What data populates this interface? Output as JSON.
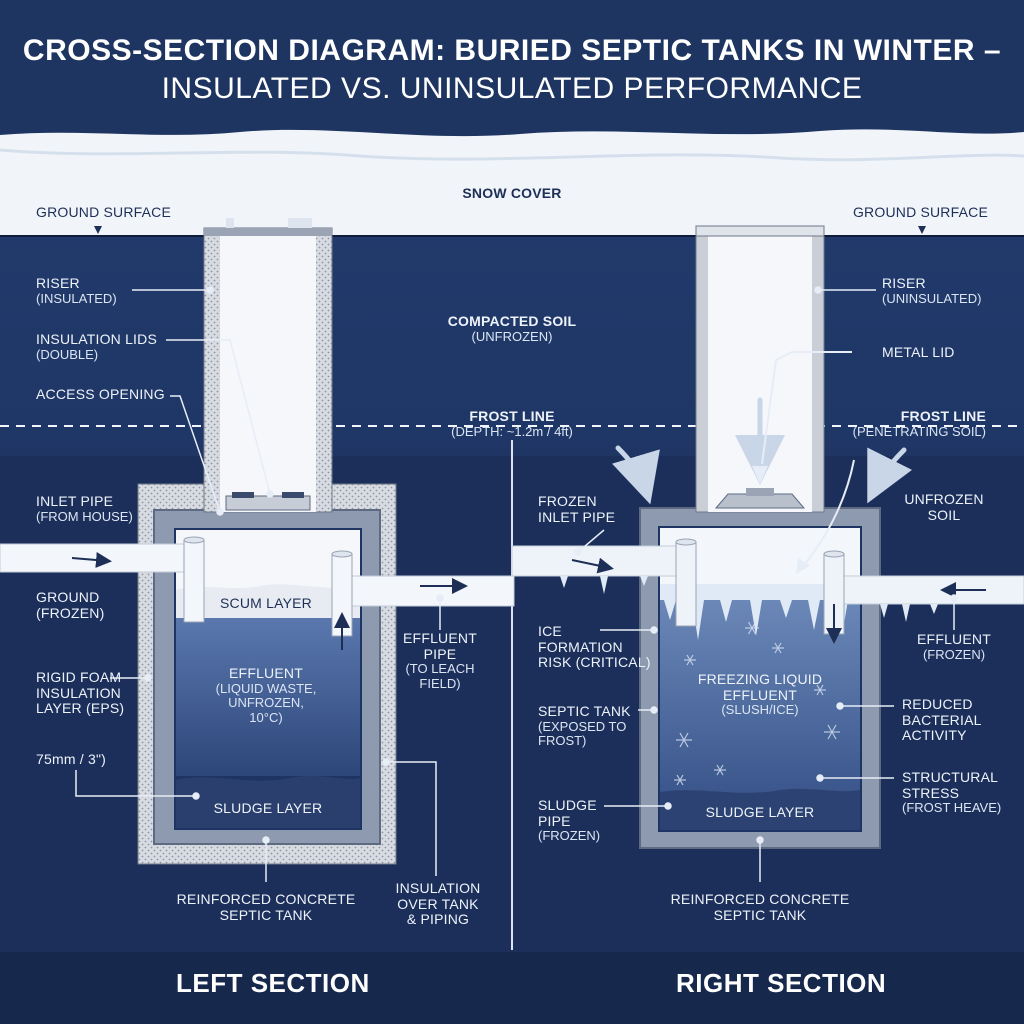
{
  "title": {
    "line1": "CROSS-SECTION DIAGRAM: BURIED SEPTIC TANKS IN WINTER –",
    "line2": "INSULATED VS. UNINSULATED PERFORMANCE"
  },
  "center": {
    "snow_cover": "SNOW COVER",
    "compacted_soil": "COMPACTED SOIL",
    "compacted_soil_sub": "(UNFROZEN)",
    "frost_line": "FROST LINE",
    "frost_line_sub": "(DEPTH: ~1.2m / 4ft)"
  },
  "left": {
    "ground_surface": "GROUND SURFACE",
    "riser": "RISER",
    "riser_sub": "(INSULATED)",
    "insulation_lids": "INSULATION LIDS",
    "insulation_lids_sub": "(DOUBLE)",
    "access_opening": "ACCESS OPENING",
    "inlet_pipe": "INLET PIPE",
    "inlet_pipe_sub": "(FROM HOUSE)",
    "ground": "GROUND",
    "ground_sub": "(FROZEN)",
    "rigid_foam_1": "RIGID FOAM",
    "rigid_foam_2": "INSULATION",
    "rigid_foam_3": "LAYER (EPS)",
    "thickness": "75mm / 3\")",
    "scum_layer": "SCUM LAYER",
    "effluent": "EFFLUENT",
    "effluent_sub1": "(LIQUID WASTE,",
    "effluent_sub2": "UNFROZEN,",
    "effluent_sub3": "10°C)",
    "sludge_layer": "SLUDGE LAYER",
    "effluent_pipe_1": "EFFLUENT",
    "effluent_pipe_2": "PIPE",
    "effluent_pipe_3": "(TO LEACH",
    "effluent_pipe_4": "FIELD)",
    "tank_label_1": "REINFORCED CONCRETE",
    "tank_label_2": "SEPTIC TANK",
    "insulation_over_1": "INSULATION",
    "insulation_over_2": "OVER TANK",
    "insulation_over_3": "& PIPING",
    "footer": "LEFT SECTION"
  },
  "right": {
    "ground_surface": "GROUND SURFACE",
    "riser": "RISER",
    "riser_sub": "(UNINSULATED)",
    "metal_lid": "METAL LID",
    "frost_line": "FROST LINE",
    "frost_line_sub": "(PENETRATING SOIL)",
    "frozen_inlet_1": "FROZEN",
    "frozen_inlet_2": "INLET PIPE",
    "unfrozen_soil_1": "UNFROZEN",
    "unfrozen_soil_2": "SOIL",
    "ice_1": "ICE",
    "ice_2": "FORMATION",
    "ice_3": "RISK (CRITICAL)",
    "septic_1": "SEPTIC TANK",
    "septic_2": "(EXPOSED TO",
    "septic_3": "FROST)",
    "sludge_pipe_1": "SLUDGE",
    "sludge_pipe_2": "PIPE",
    "sludge_pipe_3": "(FROZEN)",
    "freezing_1": "FREEZING LIQUID",
    "freezing_2": "EFFLUENT",
    "freezing_3": "(SLUSH/ICE)",
    "sludge_layer": "SLUDGE LAYER",
    "effluent": "EFFLUENT",
    "effluent_sub": "(FROZEN)",
    "reduced_1": "REDUCED",
    "reduced_2": "BACTERIAL",
    "reduced_3": "ACTIVITY",
    "structural_1": "STRUCTURAL",
    "structural_2": "STRESS",
    "structural_3": "(FROST HEAVE)",
    "tank_label_1": "REINFORCED CONCRETE",
    "tank_label_2": "SEPTIC TANK",
    "footer": "RIGHT SECTION"
  },
  "colors": {
    "background": "#1f3561",
    "soil_deep": "#1e3462",
    "snow": "#f4f7fb",
    "concrete": "#8f9db3",
    "insulation": "#d9dde3",
    "effluent": "#3f5c94",
    "ice": "#c9dcf0"
  }
}
